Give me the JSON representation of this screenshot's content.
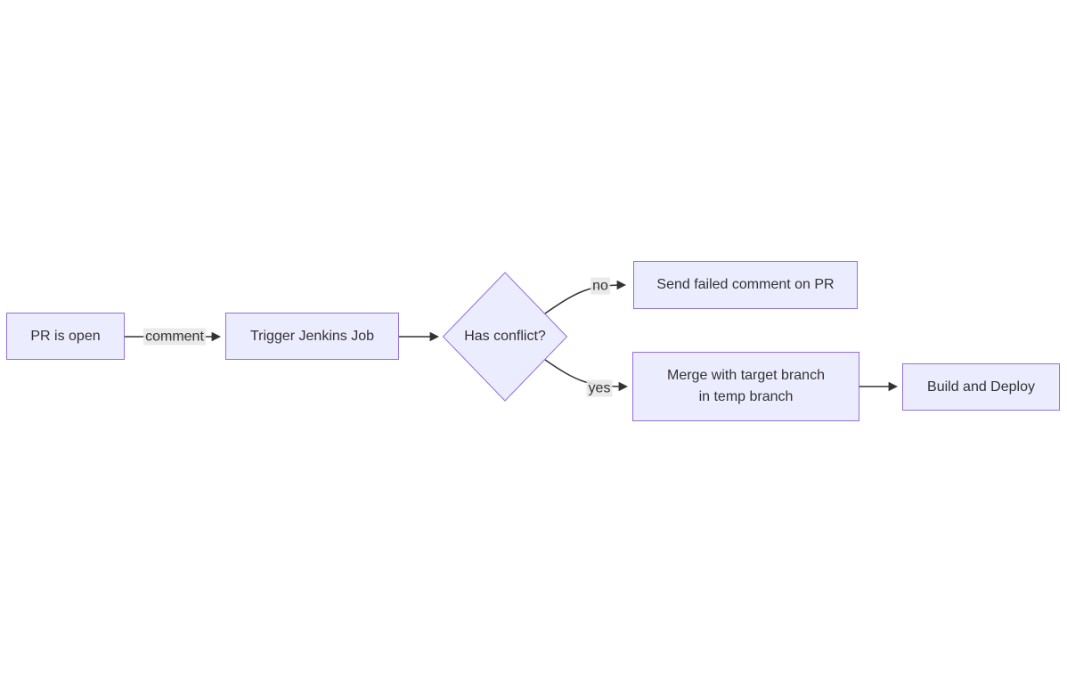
{
  "diagram": {
    "type": "flowchart",
    "direction": "left-to-right",
    "colors": {
      "background": "#ffffff",
      "node_fill": "#ececff",
      "node_border": "#9370db",
      "node_text": "#333333",
      "edge_line": "#333333",
      "edge_label_bg": "#e8e8e8"
    },
    "nodes": [
      {
        "id": "pr_open",
        "shape": "rectangle",
        "label": "PR is open"
      },
      {
        "id": "trigger_jenkins",
        "shape": "rectangle",
        "label": "Trigger Jenkins Job"
      },
      {
        "id": "has_conflict",
        "shape": "diamond",
        "label": "Has conflict?"
      },
      {
        "id": "send_failed_comment",
        "shape": "rectangle",
        "label": "Send failed comment on PR"
      },
      {
        "id": "merge_temp_branch",
        "shape": "rectangle",
        "label": "Merge with target branch in temp branch",
        "lines": [
          "Merge with target branch",
          "in temp branch"
        ]
      },
      {
        "id": "build_deploy",
        "shape": "rectangle",
        "label": "Build and Deploy"
      }
    ],
    "edges": [
      {
        "from": "pr_open",
        "to": "trigger_jenkins",
        "label": "comment"
      },
      {
        "from": "trigger_jenkins",
        "to": "has_conflict",
        "label": ""
      },
      {
        "from": "has_conflict",
        "to": "send_failed_comment",
        "label": "no"
      },
      {
        "from": "has_conflict",
        "to": "merge_temp_branch",
        "label": "yes"
      },
      {
        "from": "merge_temp_branch",
        "to": "build_deploy",
        "label": ""
      }
    ]
  }
}
